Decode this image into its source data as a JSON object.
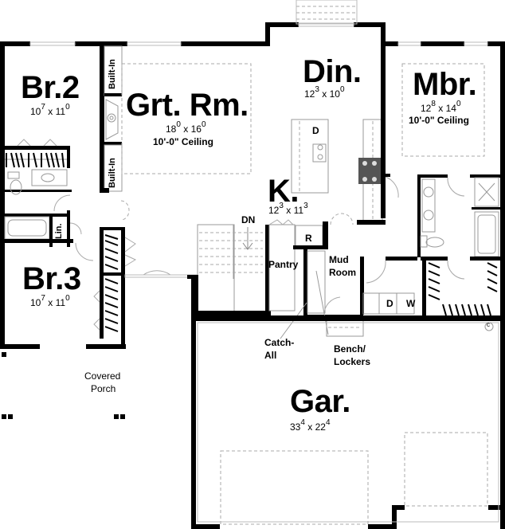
{
  "plan": {
    "rooms": [
      {
        "id": "br2",
        "name": "Br.2",
        "dim_w": "10",
        "dim_w_in": "7",
        "dim_h": "11",
        "dim_h_in": "0"
      },
      {
        "id": "grt",
        "name": "Grt. Rm.",
        "dim_w": "18",
        "dim_w_in": "0",
        "dim_h": "16",
        "dim_h_in": "0",
        "ceiling": "10'-0\" Ceiling"
      },
      {
        "id": "din",
        "name": "Din.",
        "dim_w": "12",
        "dim_w_in": "3",
        "dim_h": "10",
        "dim_h_in": "0"
      },
      {
        "id": "mbr",
        "name": "Mbr.",
        "dim_w": "12",
        "dim_w_in": "8",
        "dim_h": "14",
        "dim_h_in": "0",
        "ceiling": "10'-0\" Ceiling"
      },
      {
        "id": "kit",
        "name": "K.",
        "dim_w": "12",
        "dim_w_in": "3",
        "dim_h": "11",
        "dim_h_in": "3"
      },
      {
        "id": "br3",
        "name": "Br.3",
        "dim_w": "10",
        "dim_w_in": "7",
        "dim_h": "11",
        "dim_h_in": "0"
      },
      {
        "id": "gar",
        "name": "Gar.",
        "dim_w": "33",
        "dim_w_in": "4",
        "dim_h": "22",
        "dim_h_in": "4"
      }
    ],
    "labels": {
      "builtin_top": "Built-In",
      "builtin_bottom": "Built-In",
      "dishwasher": "D",
      "stairs_dn": "DN",
      "refrigerator": "R",
      "pantry": "Pantry",
      "mud_room_1": "Mud",
      "mud_room_2": "Room",
      "dryer": "D",
      "washer": "W",
      "linen": "Lin.",
      "catch_all_1": "Catch-",
      "catch_all_2": "All",
      "bench_1": "Bench/",
      "bench_2": "Lockers",
      "porch_1": "Covered",
      "porch_2": "Porch",
      "copyright": "c"
    }
  }
}
